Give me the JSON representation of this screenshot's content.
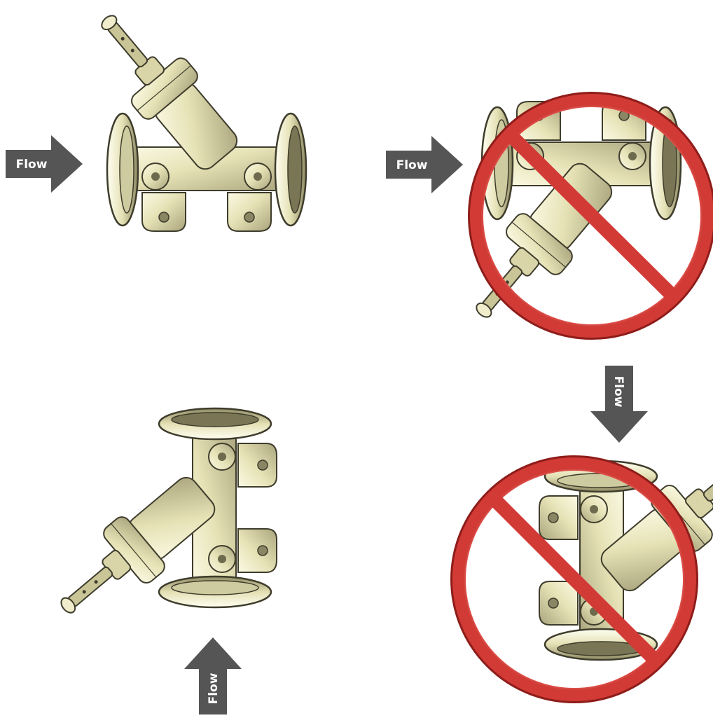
{
  "title": "",
  "panels": [
    {
      "id": "panel-1",
      "status": "allowed"
    },
    {
      "id": "panel-2",
      "status": "not-allowed"
    },
    {
      "id": "panel-3",
      "status": "allowed"
    },
    {
      "id": "panel-4",
      "status": "not-allowed"
    }
  ],
  "arrows": [
    {
      "label": "Flow",
      "direction": "right"
    },
    {
      "label": "Flow",
      "direction": "right"
    },
    {
      "label": "Flow",
      "direction": "down"
    },
    {
      "label": "Flow",
      "direction": "up"
    }
  ],
  "colors": {
    "arrow": "#555555",
    "valve_body": "#e6e2b6",
    "valve_shade": "#b6b189",
    "valve_edge": "#3e3c2c",
    "prohibit": "#d23a36"
  },
  "icons": [
    "flow-arrow-icon",
    "valve-icon",
    "prohibited-icon"
  ]
}
